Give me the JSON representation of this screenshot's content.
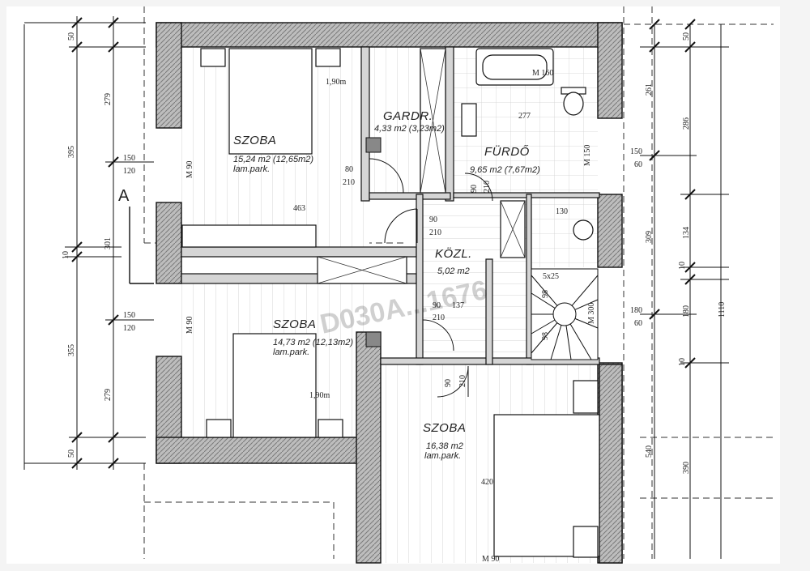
{
  "section_marker": "A",
  "watermark": "D030A...1676",
  "rooms": {
    "szoba_top": {
      "name": "SZOBA",
      "area": "15,24 m2 (12,65m2)",
      "floor": "lam.park."
    },
    "gardr": {
      "name": "GARDR.",
      "area": "4,33 m2 (3,23m2)"
    },
    "furdo": {
      "name": "FÜRDŐ",
      "area": "9,65 m2 (7,67m2)"
    },
    "kozl": {
      "name": "KÖZL.",
      "area": "5,02 m2"
    },
    "szoba_mid": {
      "name": "SZOBA",
      "area": "14,73 m2 (12,13m2)",
      "floor": "lam.park."
    },
    "szoba_bot": {
      "name": "SZOBA",
      "area": "16,38 m2",
      "floor": "lam.park."
    }
  },
  "dims_left_outer": [
    "50",
    "279",
    "395",
    "10",
    "301",
    "355",
    "279",
    "50"
  ],
  "dims_right": [
    "50",
    "261",
    "286",
    "134",
    "10",
    "309",
    "180",
    "10",
    "540",
    "390",
    "1110"
  ],
  "inner_labels": {
    "bed_top": "1,90m",
    "bed_bot": "1,90m",
    "win_top_a": "150",
    "win_top_b": "120",
    "win_mid_a": "150",
    "win_mid_b": "120",
    "win_r_a": "150",
    "win_r_b": "60",
    "win_r2_a": "180",
    "win_r2_b": "60",
    "m90_a": "M 90",
    "m90_b": "M 90",
    "m90_c": "M 90",
    "m150": "M 150",
    "m160": "M 160",
    "m300": "M 300",
    "door_80": "80",
    "door_210a": "210",
    "door_90a": "90",
    "door_210b": "210",
    "door_90b": "90",
    "door_210c": "210",
    "door_90c": "90",
    "door_210d": "210",
    "door_90d": "90",
    "door_210e": "210",
    "len_463": "463",
    "len_420": "420",
    "len_130": "130",
    "len_277": "277",
    "len_137": "137",
    "stair_98": "98",
    "stair_98b": "98",
    "stair_5x25": "5x25"
  }
}
